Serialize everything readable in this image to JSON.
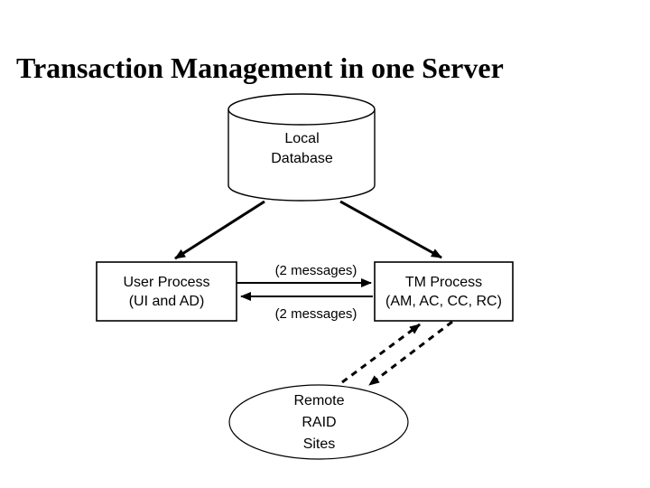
{
  "title": "Transaction Management in one Server",
  "diagram": {
    "database": {
      "line1": "Local",
      "line2": "Database"
    },
    "user_process": {
      "line1": "User Process",
      "line2": "(UI and AD)"
    },
    "tm_process": {
      "line1": "TM Process",
      "line2": "(AM, AC, CC, RC)"
    },
    "messages_top_label": "(2 messages)",
    "messages_bottom_label": "(2 messages)",
    "remote_sites": {
      "line1": "Remote",
      "line2": "RAID",
      "line3": "Sites"
    },
    "colors": {
      "line": "#000000",
      "background": "#ffffff"
    }
  }
}
